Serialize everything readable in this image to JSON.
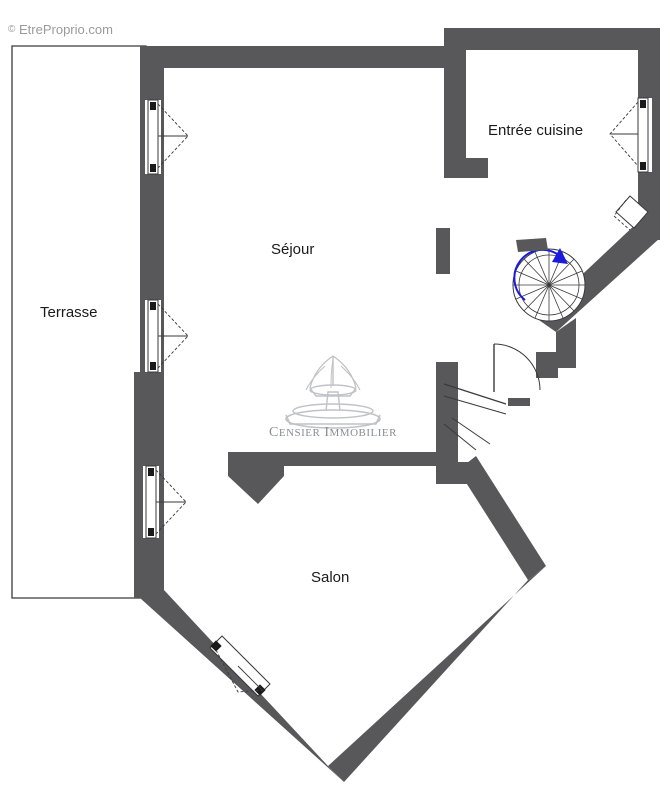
{
  "plan": {
    "rooms": [
      {
        "key": "terrasse",
        "label": "Terrasse"
      },
      {
        "key": "sejour",
        "label": "Séjour"
      },
      {
        "key": "salon",
        "label": "Salon"
      },
      {
        "key": "entree_cuisine",
        "label": "Entrée cuisine"
      }
    ],
    "watermark_top": "EtreProprio.com",
    "watermark_copyright": "©",
    "logo": {
      "line_full": "CENSIER IMMOBILIER",
      "word1_cap": "C",
      "word1_rest": "ENSIER",
      "word2_cap": "I",
      "word2_rest": "MMOBILIER"
    },
    "colors": {
      "wall": "#58585a",
      "wall_light": "#6a6a6c",
      "background": "#ffffff",
      "outline": "#3a3a3a",
      "stair_arrow": "#1b1bdd",
      "text": "#1a1a1a",
      "watermark": "#9a9a9a",
      "logo_text": "#8a8d96"
    }
  }
}
